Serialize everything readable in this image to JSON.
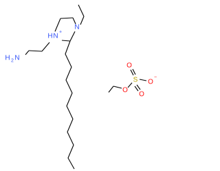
{
  "molecule": {
    "cation": {
      "ring_nitrogen_top": "N",
      "ring_nitrogen_charged": "N",
      "ring_nitrogen_hydrogen": "H",
      "ring_nitrogen_charge": "+",
      "amine_label": "H",
      "amine_subscript": "2",
      "amine_nitrogen": "N"
    },
    "anion": {
      "ester_oxygen": "O",
      "sulfur": "S",
      "oxo_top": "O",
      "oxo_bottom": "O",
      "anionic_oxygen": "O",
      "anion_charge": "−"
    },
    "colors": {
      "bond": "#000000",
      "nitrogen": "#3050F8",
      "oxygen": "#FF0D0D",
      "sulfur": "#B8A000"
    }
  }
}
